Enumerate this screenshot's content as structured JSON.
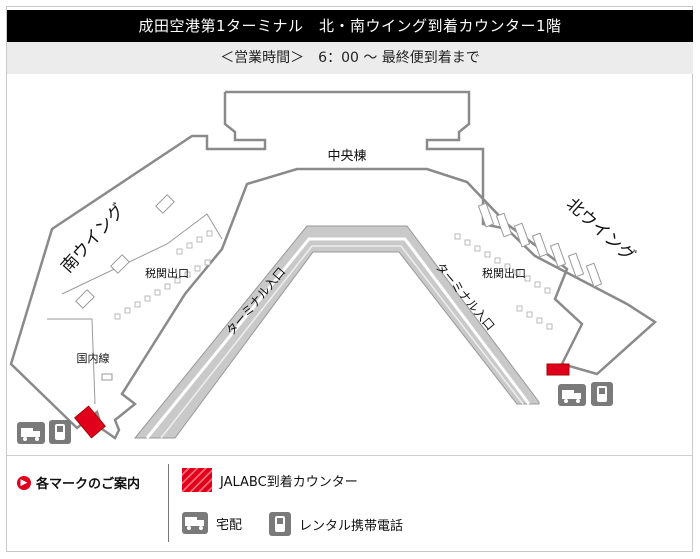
{
  "header": {
    "title": "成田空港第1ターミナル　北・南ウイング到着カウンター1階",
    "hours": "＜営業時間＞　6：00 ～ 最終便到着まで"
  },
  "map": {
    "center_label": "中央棟",
    "south_wing_label": "南ウイング",
    "north_wing_label": "北ウイング",
    "customs_exit_south": "税関出口",
    "customs_exit_north": "税関出口",
    "domestic_label": "国内線",
    "terminal_entrance_left": "ターミナル入口",
    "terminal_entrance_right": "ターミナル入口"
  },
  "legend": {
    "title": "各マークのご案内",
    "counter_label": "JALABC到着カウンター",
    "delivery_label": "宅配",
    "phone_label": "レンタル携帯電話"
  },
  "colors": {
    "counter_red": "#e0001b",
    "road_gray": "#c8c8c8",
    "building_outline": "#888888",
    "icon_gray": "#7a7a7a"
  }
}
